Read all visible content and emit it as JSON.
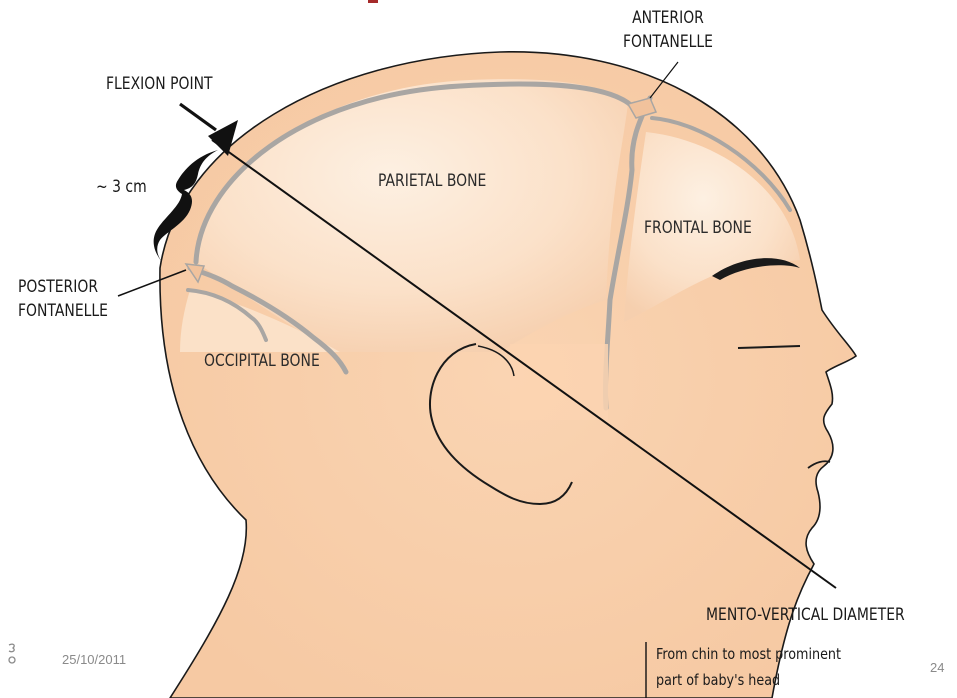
{
  "labels": {
    "anterior_fontanelle": [
      "ANTERIOR",
      "FONTANELLE"
    ],
    "flexion_point": "FLEXION POINT",
    "distance": "~ 3 cm",
    "parietal_bone": "PARIETAL BONE",
    "frontal_bone": "FRONTAL BONE",
    "posterior_fontanelle": [
      "POSTERIOR",
      "FONTANELLE"
    ],
    "occipital_bone": "OCCIPITAL BONE",
    "mento_vertical": "MENTO-VERTICAL DIAMETER"
  },
  "caption": {
    "line1": "From chin to most prominent",
    "line2": "part of baby's head"
  },
  "footer": {
    "date": "25/10/2011",
    "page_number": "24"
  },
  "colors": {
    "skin": "#f8d1ad",
    "bone_plate": "#fbe3cc",
    "suture": "#a9a6a3",
    "outline": "#111111",
    "title_accent": "#a52a2a",
    "footer_text": "#8a8a8a"
  }
}
